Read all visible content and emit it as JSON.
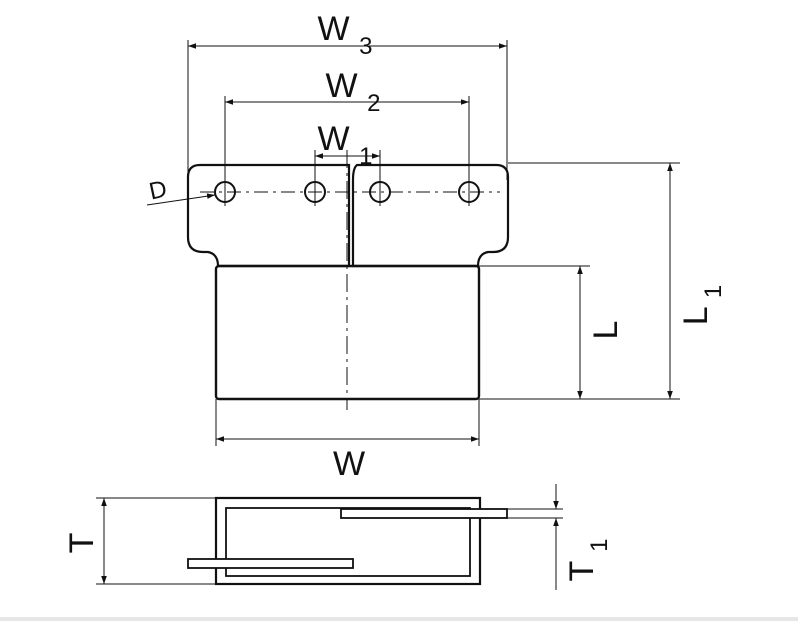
{
  "labels": {
    "w3": "W3",
    "w2": "W2",
    "w1": "W1",
    "d": "D",
    "l1": "L1",
    "l": "L",
    "w": "W",
    "t": "T",
    "t1": "T1"
  },
  "colors": {
    "stroke": "#111111",
    "background": "#ffffff",
    "bottom_bar": "#e6e6e6"
  }
}
